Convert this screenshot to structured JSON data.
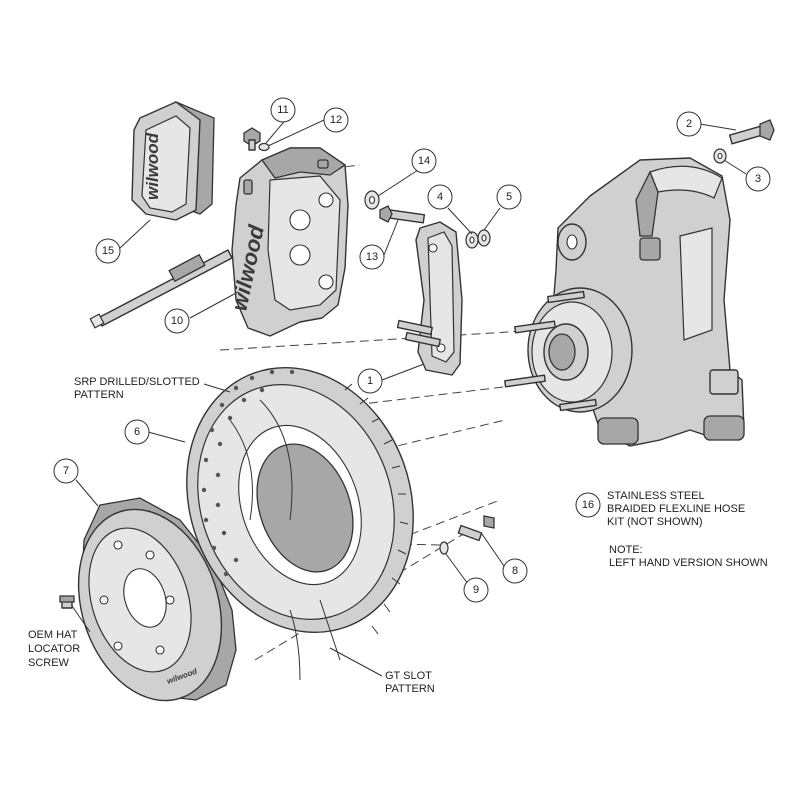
{
  "callouts": [
    "1",
    "2",
    "3",
    "4",
    "5",
    "6",
    "7",
    "8",
    "9",
    "10",
    "11",
    "12",
    "13",
    "14",
    "15",
    "16"
  ],
  "labels": {
    "srp_line1": "SRP DRILLED/SLOTTED",
    "srp_line2": "PATTERN",
    "gt_line1": "GT SLOT",
    "gt_line2": "PATTERN",
    "oem_line1": "OEM HAT",
    "oem_line2": "LOCATOR",
    "oem_line3": "SCREW",
    "hose_line1": "STAINLESS STEEL",
    "hose_line2": "BRAIDED FLEXLINE HOSE",
    "hose_line3": "KIT (NOT SHOWN)",
    "note_line1": "NOTE:",
    "note_line2": "LEFT HAND VERSION SHOWN"
  },
  "logos": {
    "pad_logo": "wilwood",
    "caliper_logo": "wilwood",
    "hat_logo": "wilwood"
  },
  "colors": {
    "part_fill": "#d0d0d0",
    "outline": "#333333",
    "background": "#ffffff"
  }
}
